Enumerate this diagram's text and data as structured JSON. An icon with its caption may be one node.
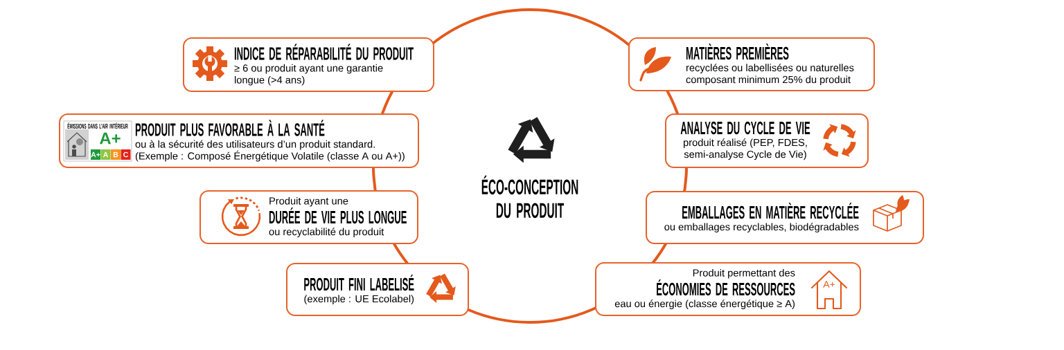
{
  "diagram": {
    "nodes": [
      {
        "text": [
          "ÉCO-CONCEPTION DU PRODUIT"
        ]
      },
      {
        "text": [
          "INDICE DE RÉPARABILITÉ DU PRODUIT",
          "≥ 6 ou produit ayant une garantie longue (>4 ans)"
        ]
      },
      {
        "text": [
          "MATIÈRES PREMIÈRES",
          "recyclées ou labellisées ou naturelles composant minimum 25% du produit"
        ]
      },
      {
        "text": [
          "PRODUIT PLUS FAVORABLE À LA SANTÉ",
          "ou à la sécurité des utilisateurs d’un produit standard. (Exemple : Composé Énergétique Volatile (classe A ou A+))"
        ]
      },
      {
        "text": [
          "ANALYSE DU CYCLE DE VIE",
          "produit réalisé (PEP, FDES, semi-analyse Cycle de Vie)"
        ]
      },
      {
        "text": [
          "Produit ayant une",
          "DURÉE DE VIE PLUS LONGUE",
          "ou recyclabilité du produit"
        ]
      },
      {
        "text": [
          "EMBALLAGES EN MATIÈRE RECYCLÉE",
          "ou emballages recyclables, biodégradables"
        ]
      },
      {
        "text": [
          "PRODUIT FINI LABELISÉ",
          "(exemple : UE Ecolabel)"
        ]
      },
      {
        "text": [
          "Produit permettant des",
          "ÉCONOMIES DE RESSOURCES",
          "eau ou énergie (classe énergétique ≥ A)"
        ]
      }
    ],
    "labels": [
      "ÉMISSIONS DANS L’AIR INTÉRIEUR",
      "A+",
      "A+",
      "A",
      "B",
      "C",
      "A+"
    ]
  }
}
